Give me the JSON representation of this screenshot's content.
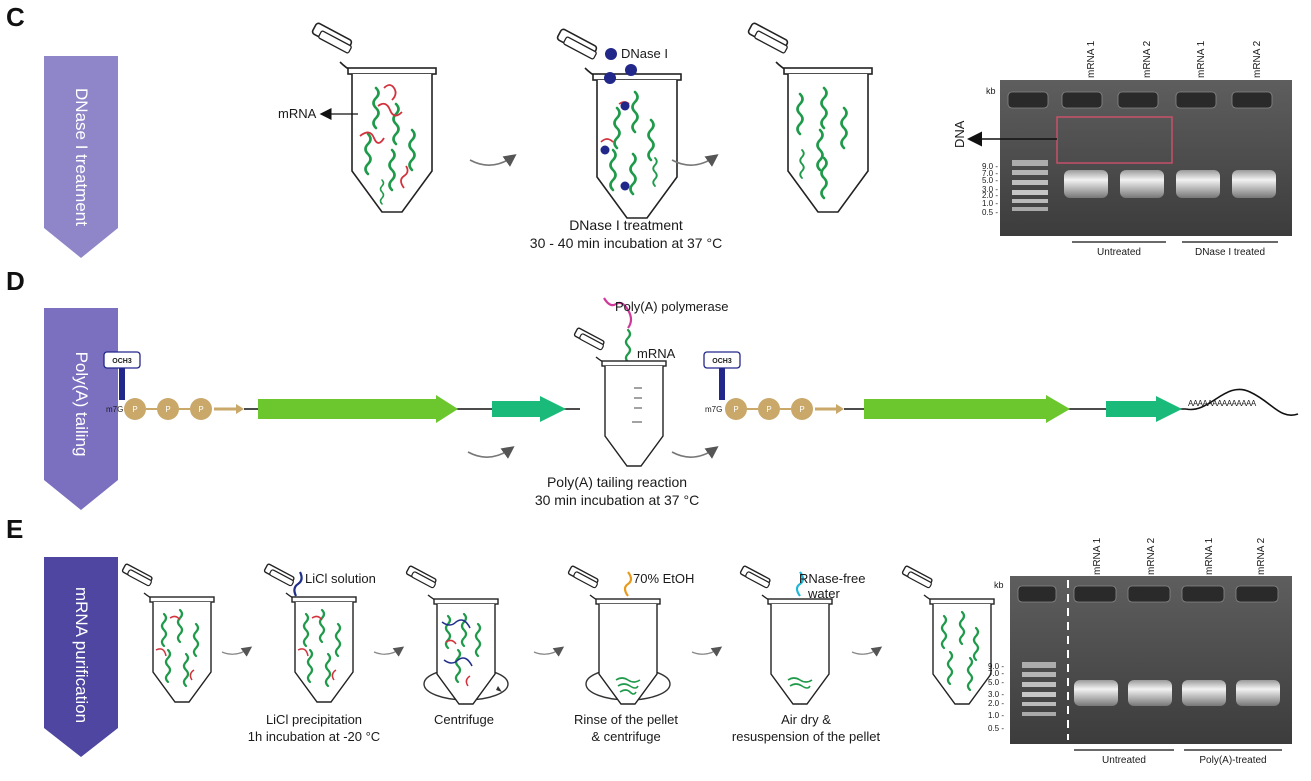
{
  "panels": {
    "C": {
      "letter": "C",
      "chevron_label": "DNase I treatment",
      "mrna_label": "mRNA",
      "dnase_label": "DNase I",
      "caption_line1": "DNase I treatment",
      "caption_line2": "30 - 40 min incubation at 37 °C",
      "gel": {
        "kb_label": "kb",
        "dna_label": "DNA",
        "ladder": [
          "9.0",
          "7.0",
          "5.0",
          "3.0",
          "2.0",
          "1.0",
          "0.5"
        ],
        "lanes": [
          "mRNA 1",
          "mRNA 2",
          "mRNA 1",
          "mRNA 2"
        ],
        "groups": [
          "Untreated",
          "DNase I treated"
        ]
      }
    },
    "D": {
      "letter": "D",
      "chevron_label": "Poly(A) tailing",
      "och3_label": "OCH3",
      "cap_label": "m7G",
      "phosphate_label": "P",
      "polymerase_label": "Poly(A) polymerase",
      "mrna_label": "mRNA",
      "tail_label": "AAAAAAAAAAAAAA",
      "caption_line1": "Poly(A) tailing reaction",
      "caption_line2": "30 min incubation at 37 °C"
    },
    "E": {
      "letter": "E",
      "chevron_label": "mRNA purification",
      "licl_label": "LiCl solution",
      "etoh_label": "70% EtOH",
      "water_label1": "RNase-free",
      "water_label2": "water",
      "step_captions": [
        [
          "LiCl precipitation",
          "1h incubation at -20 °C"
        ],
        [
          "Centrifuge"
        ],
        [
          "Rinse of the pellet",
          "& centrifuge"
        ],
        [
          "Air dry &",
          "resuspension of the pellet"
        ]
      ],
      "gel": {
        "kb_label": "kb",
        "ladder": [
          "9.0",
          "7.0",
          "5.0",
          "3.0",
          "2.0",
          "1.0",
          "0.5"
        ],
        "lanes": [
          "mRNA 1",
          "mRNA 2",
          "mRNA 1",
          "mRNA 2"
        ],
        "groups": [
          "Untreated",
          "Poly(A)-treated"
        ]
      }
    }
  },
  "colors": {
    "chevron_c": "#8f86c9",
    "chevron_d": "#7b6fbf",
    "chevron_e": "#4e46a0",
    "mrna_green": "#1f9a4a",
    "dna_red": "#d2323c",
    "dnase_blue": "#22278a",
    "bright_green": "#6cc72e",
    "teal_green": "#1aba7a",
    "cap_gold": "#c9a86a",
    "gel_box": "#d0506b"
  }
}
